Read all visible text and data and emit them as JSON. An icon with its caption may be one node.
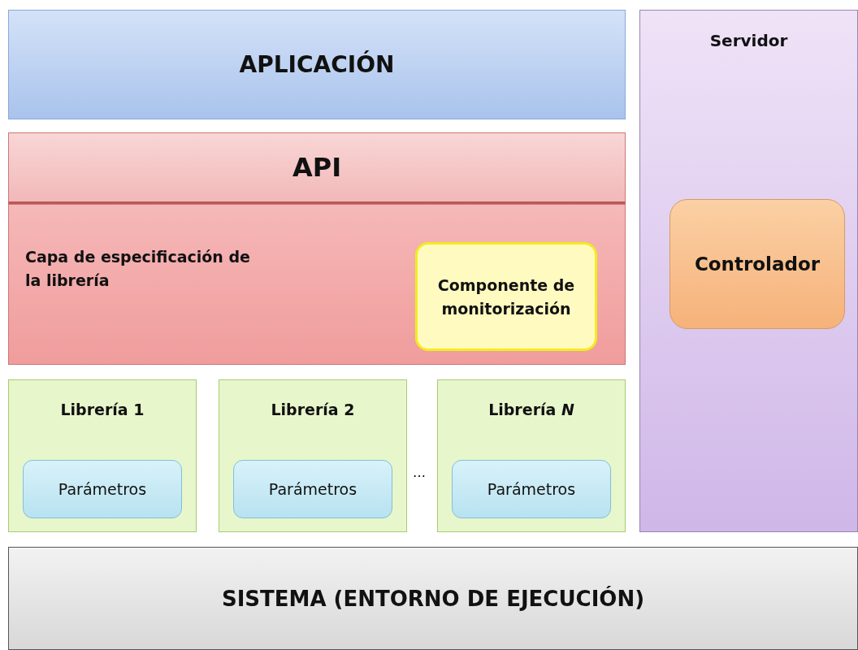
{
  "diagram": {
    "nodes": [
      {
        "text": [
          "APLICACIÓN"
        ]
      },
      {
        "text": [
          "API"
        ]
      },
      {
        "text": [
          "Capa de especificación de la librería"
        ]
      },
      {
        "text": [
          "Componente de monitorización"
        ],
        "in": 2
      },
      {
        "text": [
          "Servidor"
        ]
      },
      {
        "text": [
          "Controlador"
        ],
        "in": 4
      },
      {
        "text": [
          "Librería 1"
        ]
      },
      {
        "text": [
          "Parámetros"
        ],
        "in": 6
      },
      {
        "text": [
          "Librería 2"
        ]
      },
      {
        "text": [
          "Parámetros"
        ],
        "in": 8
      },
      {
        "text": [
          "Librería *N*"
        ]
      },
      {
        "text": [
          "Parámetros"
        ],
        "in": 10
      },
      {
        "text": [
          "SISTEMA (ENTORNO DE EJECUCIÓN)"
        ]
      }
    ],
    "edges": [],
    "labels": [
      "…"
    ]
  }
}
